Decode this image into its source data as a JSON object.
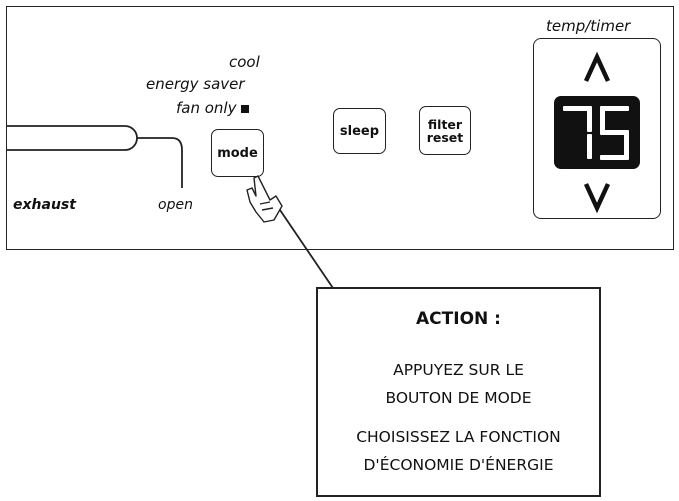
{
  "panel": {
    "labels": {
      "exhaust": "exhaust",
      "open": "open",
      "cool": "cool",
      "energy_saver": "energy saver",
      "fan_only": "fan only"
    },
    "buttons": {
      "mode": "mode",
      "sleep": "sleep",
      "filter_reset_line1": "filter",
      "filter_reset_line2": "reset"
    },
    "temp_timer": {
      "label": "temp/timer",
      "display_value": "75"
    }
  },
  "action_box": {
    "title": "ACTION :",
    "line1": "APPUYEZ SUR LE",
    "line2": "BOUTON DE MODE",
    "line3": "CHOISISSEZ LA FONCTION",
    "line4": "D'ÉCONOMIE D'ÉNERGIE"
  },
  "icons": {
    "up": "chevron-up-icon",
    "down": "chevron-down-icon",
    "hand": "pointing-hand-icon",
    "indicator": "indicator-square-icon"
  }
}
